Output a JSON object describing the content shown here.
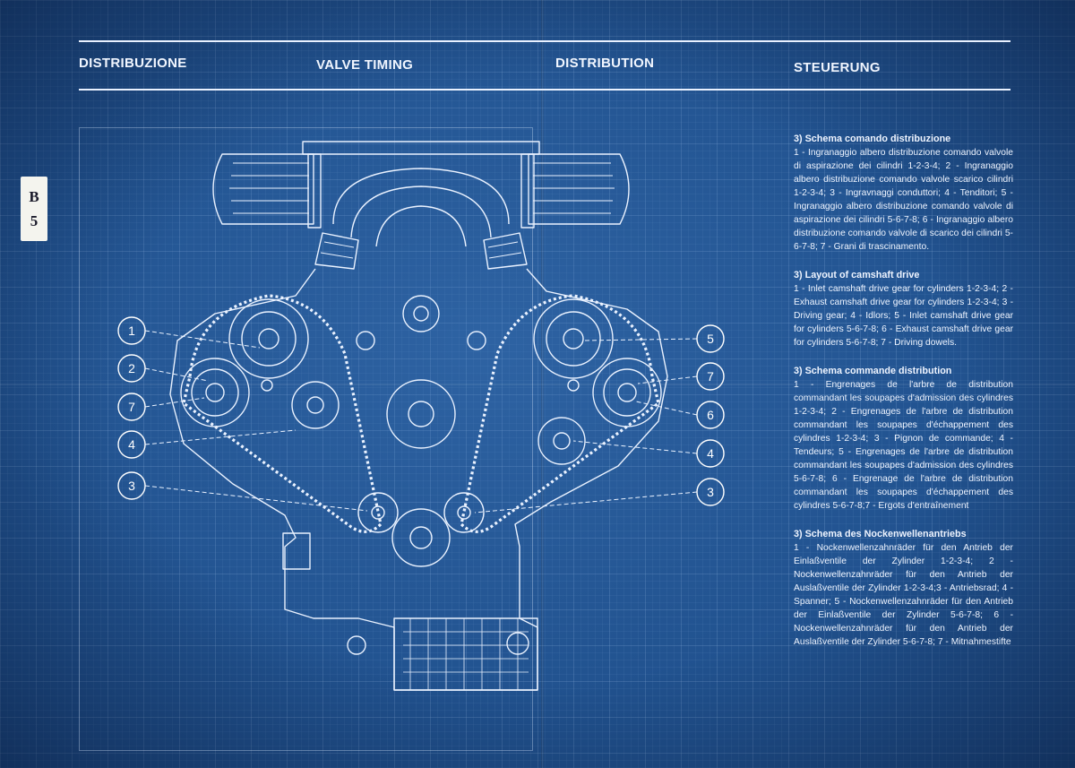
{
  "headers": {
    "it": "DISTRIBUZIONE",
    "en": "VALVE TIMING",
    "fr": "DISTRIBUTION",
    "de": "STEUERUNG"
  },
  "badge": {
    "letter": "B",
    "number": "5"
  },
  "callouts": {
    "left": [
      "1",
      "2",
      "7",
      "4",
      "3"
    ],
    "right": [
      "5",
      "7",
      "6",
      "4",
      "3"
    ]
  },
  "sections": [
    {
      "title": "3) Schema comando distribuzione",
      "body": "1 - Ingranaggio albero distribuzione comando valvole di aspirazione dei cilindri 1-2-3-4; 2 - Ingranaggio albero distribuzione comando valvole scarico cilindri 1-2-3-4; 3 - Ingravnaggi conduttori; 4 - Tenditori; 5 - Ingranaggio albero distribuzione comando valvole di aspirazione dei cilindri 5-6-7-8; 6 - Ingranaggio albero distribuzione comando valvole di scarico dei cilindri 5-6-7-8; 7 - Grani di trascinamento."
    },
    {
      "title": "3) Layout of camshaft drive",
      "body": "1 - Inlet camshaft drive gear for cylinders 1-2-3-4; 2 - Exhaust camshaft drive gear for cylinders 1-2-3-4; 3 - Driving gear; 4 - Idlors; 5 - Inlet camshaft drive gear for cylinders 5-6-7-8; 6 - Exhaust camshaft drive gear for cylinders 5-6-7-8; 7 - Driving dowels."
    },
    {
      "title": "3) Schema commande distribution",
      "body": "1 - Engrenages de l'arbre de distribution commandant les soupapes d'admission des cylindres 1-2-3-4; 2 - Engrenages de l'arbre de distribution commandant les soupapes d'échappement des cylindres 1-2-3-4; 3 - Pignon de commande; 4 - Tendeurs; 5 - Engrenages de l'arbre de distribution commandant les soupapes d'admission des cylindres 5-6-7-8; 6 - Engrenage de l'arbre de distribution commandant les soupapes d'échappement des cylindres 5-6-7-8;7 - Ergots d'entraînement"
    },
    {
      "title": "3) Schema des Nockenwellenantriebs",
      "body": "1 - Nockenwellenzahnräder für den Antrieb der Einlaßventile der Zylinder 1-2-3-4; 2 - Nockenwellenzahnräder für den Antrieb der Auslaßventile der Zylinder 1-2-3-4;3 - Antriebsrad; 4 - Spanner; 5 - Nockenwellenzahnräder für den Antrieb der Einlaßventile der Zylinder 5-6-7-8; 6 - Nockenwellenzahnräder für den Antrieb der Auslaßventile der Zylinder 5-6-7-8; 7 - Mitnahmestifte"
    }
  ]
}
